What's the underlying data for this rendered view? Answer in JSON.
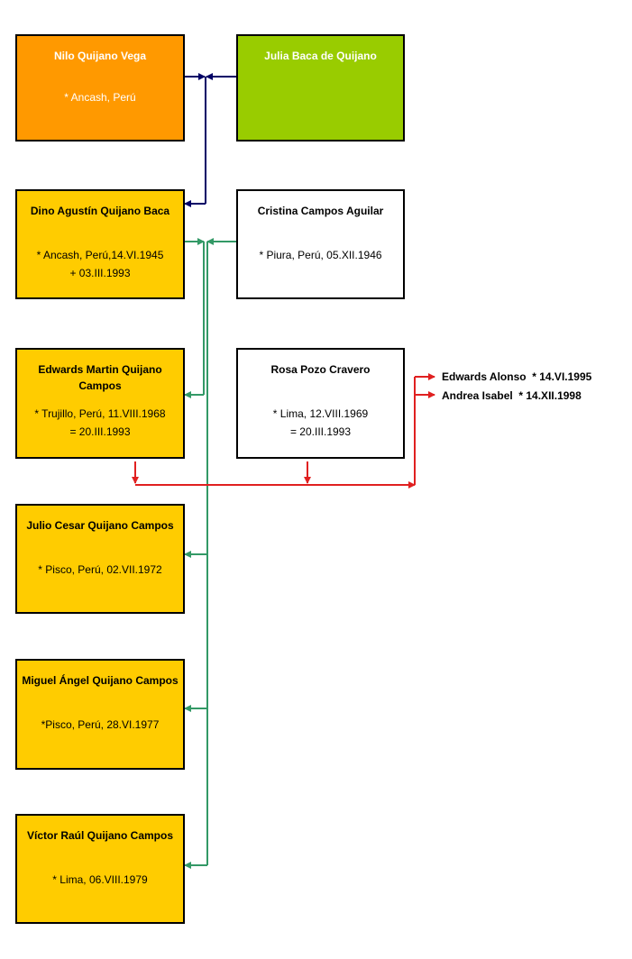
{
  "colors": {
    "grandparent_male": "#ff9900",
    "grandparent_female": "#99cc00",
    "family_member": "#ffcc00",
    "spouse": "#ffffff",
    "line_grandparents": "#000066",
    "line_parents": "#339966",
    "line_grandchildren": "#e02020"
  },
  "people": {
    "nilo": {
      "name": "Nilo Quijano Vega",
      "info1": "* Ancash, Perú",
      "info2": ""
    },
    "julia": {
      "name": "Julia Baca de Quijano",
      "info1": "",
      "info2": ""
    },
    "dino": {
      "name": "Dino Agustín Quijano Baca",
      "info1": "* Ancash, Perú,14.VI.1945",
      "info2": "+ 03.III.1993"
    },
    "cristina": {
      "name": "Cristina Campos Aguilar",
      "info1": "* Piura, Perú, 05.XII.1946",
      "info2": ""
    },
    "edwards": {
      "name": "Edwards Martin Quijano Campos",
      "info1": "* Trujillo, Perú, 11.VIII.1968",
      "info2": "= 20.III.1993"
    },
    "rosa": {
      "name": "Rosa Pozo Cravero",
      "info1": "* Lima, 12.VIII.1969",
      "info2": "= 20.III.1993"
    },
    "julio": {
      "name": "Julio Cesar Quijano Campos",
      "info1": "* Pisco, Perú, 02.VII.1972",
      "info2": ""
    },
    "miguel": {
      "name": "Miguel Ángel Quijano Campos",
      "info1": "*Pisco, Perú, 28.VI.1977",
      "info2": ""
    },
    "victor": {
      "name": "Víctor Raúl Quijano Campos",
      "info1": "* Lima, 06.VIII.1979",
      "info2": ""
    }
  },
  "grandchildren": [
    {
      "name": "Edwards Alonso",
      "birth": "* 14.VI.1995"
    },
    {
      "name": "Andrea Isabel",
      "birth": "* 14.XII.1998"
    }
  ]
}
